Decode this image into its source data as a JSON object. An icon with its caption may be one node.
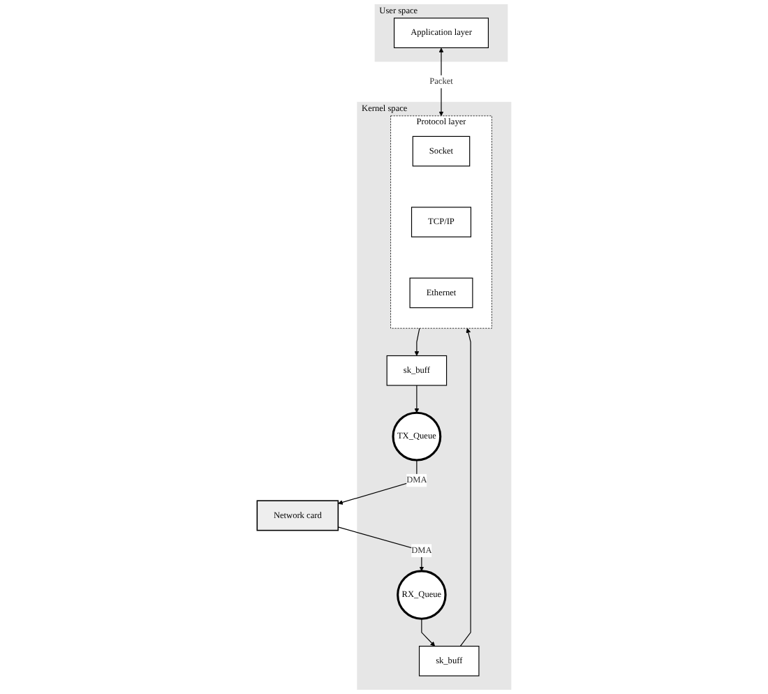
{
  "diagram": {
    "nodes": [
      {
        "text": [
          "User space"
        ]
      },
      {
        "text": [
          "Application layer"
        ],
        "in": 0
      },
      {
        "text": [
          "Kernel space"
        ]
      },
      {
        "text": [
          "Protocol layer"
        ],
        "in": 2
      },
      {
        "text": [
          "Socket"
        ],
        "in": 3
      },
      {
        "text": [
          "TCP/IP"
        ],
        "in": 3
      },
      {
        "text": [
          "Ethernet"
        ],
        "in": 3
      },
      {
        "text": [
          "sk_buff"
        ],
        "in": 2
      },
      {
        "text": [
          "sk_buff"
        ],
        "in": 2
      },
      {
        "text": [
          "RX_Queue"
        ],
        "in": 2
      },
      {
        "text": [
          "TX_Queue"
        ],
        "in": 2
      },
      {
        "text": [
          "Network card"
        ]
      }
    ],
    "edges": [
      {
        "from": 1,
        "to": 3,
        "arrow": "both",
        "label": "Packet"
      },
      {
        "from": 7,
        "to": 3,
        "arrow": "to"
      },
      {
        "from": 3,
        "to": 8,
        "arrow": "to"
      },
      {
        "from": 9,
        "to": 7,
        "arrow": "to"
      },
      {
        "from": 8,
        "to": 10,
        "arrow": "to"
      },
      {
        "from": 11,
        "to": 9,
        "arrow": "to",
        "label": "DMA"
      },
      {
        "from": 10,
        "to": 11,
        "arrow": "to",
        "label": "DMA"
      }
    ]
  }
}
